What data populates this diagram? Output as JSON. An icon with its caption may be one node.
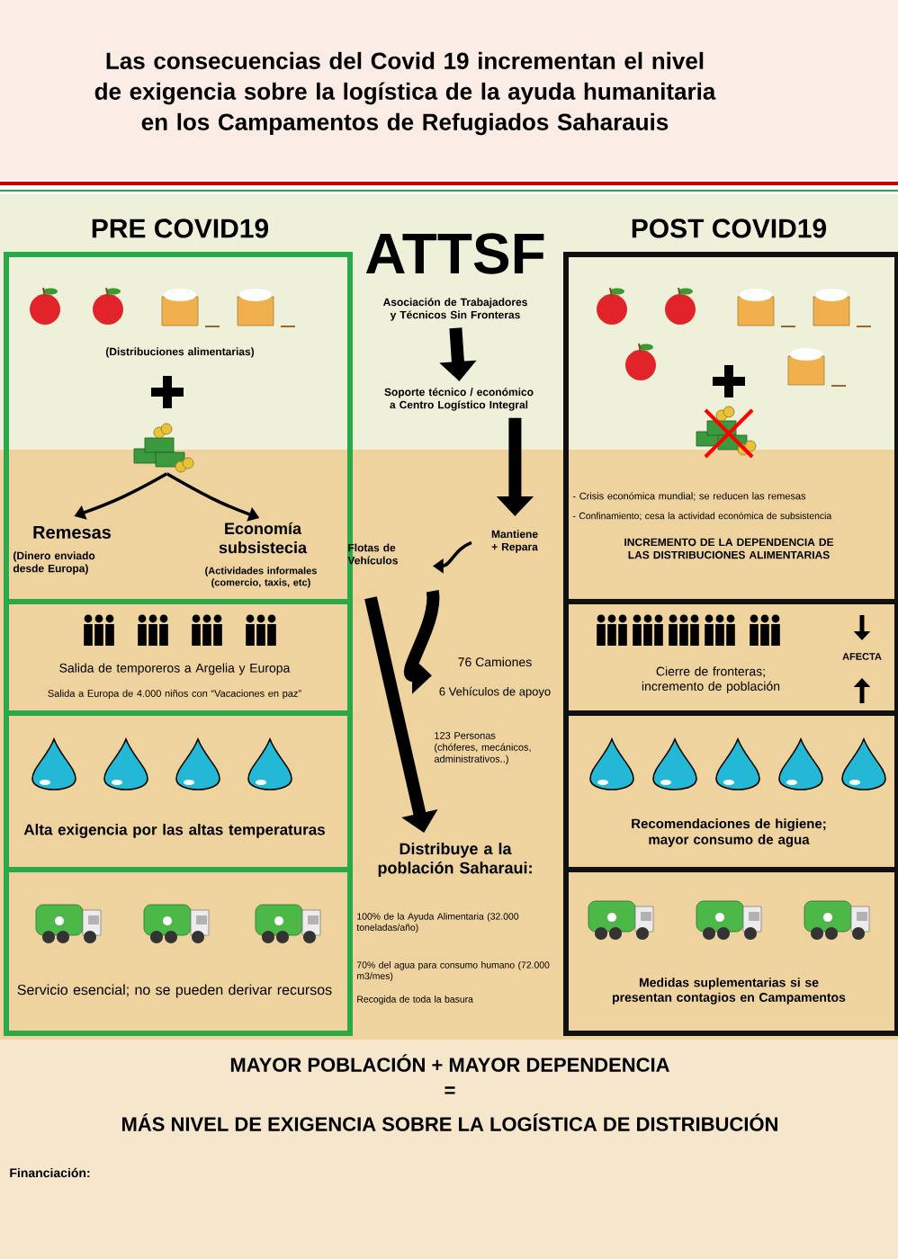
{
  "diagram": {
    "title": "Las consecuencias del Covid 19 incrementan el nivel de exigencia sobre la logística de la ayuda humanitaria en los Campamentos de Refugiados Saharauis",
    "nodes": [
      {
        "text": [
          "PRE COVID19",
          "(Distribuciones alimentarias)"
        ]
      },
      {
        "text": [],
        "shape": "picture",
        "in": 0
      },
      {
        "text": [
          "Remesas",
          "(Dinero enviado desde Europa)"
        ],
        "in": 0
      },
      {
        "text": [
          "Economía subsistecia",
          "(Actividades informales (comercio, taxis, etc)"
        ],
        "in": 0
      },
      {
        "text": [
          "Salida de temporeros a Argelia y Europa",
          "Salida a Europa de 4.000 niños con “Vacaciones en paz”"
        ]
      },
      {
        "text": [
          "Alta exigencia por las altas temperaturas"
        ]
      },
      {
        "text": [
          "Servicio esencial; no se pueden derivar recursos"
        ]
      },
      {
        "text": [
          "ATTSF",
          "Asociación de Trabajadores y Técnicos Sin Fronteras"
        ]
      },
      {
        "text": [
          "Soporte técnico / económico a Centro Logístico Integral"
        ]
      },
      {
        "text": [
          "Mantiene + Repara"
        ]
      },
      {
        "text": [
          "Flotas de Vehículos"
        ]
      },
      {
        "text": [
          "76 Camiones",
          "6 Vehículos de apoyo",
          "123 Personas (chóferes, mecánicos, administrativos..)"
        ]
      },
      {
        "text": [
          "Distribuye a la población Saharaui:",
          "100% de la Ayuda Alimentaria (32.000 toneladas/año)",
          "70% del agua para consumo humano (72.000 m3/mes)",
          "Recogida de toda la basura"
        ]
      },
      {
        "text": [
          "POST COVID19",
          "- Crisis económica mundial; se reducen las remesas",
          "- Confinamiento; cesa la actividad económica de subsistencia",
          "INCREMENTO DE LA DEPENDENCIA DE LAS DISTRIBUCIONES ALIMENTARIAS"
        ]
      },
      {
        "text": [
          "Cierre de fronteras; incremento de población",
          "AFECTA"
        ]
      },
      {
        "text": [
          "Recomendaciones de higiene; mayor consumo de agua"
        ]
      },
      {
        "text": [
          "Medidas suplementarias si se presentan contagios en Campamentos"
        ]
      }
    ],
    "edges": [
      {
        "from": 1,
        "to": 2,
        "arrow": "to"
      },
      {
        "from": 1,
        "to": 3,
        "arrow": "to"
      },
      {
        "from": 7,
        "to": 8,
        "arrow": "to"
      },
      {
        "from": 8,
        "to": 9,
        "arrow": "to"
      },
      {
        "from": 9,
        "to": 10,
        "arrow": "to"
      },
      {
        "from": 10,
        "to": 11,
        "arrow": "to"
      },
      {
        "from": 10,
        "to": 12,
        "arrow": "to"
      }
    ],
    "labels": [
      "MAYOR POBLACIÓN + MAYOR DEPENDENCIA",
      "=",
      "MÁS NIVEL DE EXIGENCIA SOBRE LA LOGÍSTICA DE DISTRIBUCIÓN",
      "Financiación:"
    ]
  }
}
